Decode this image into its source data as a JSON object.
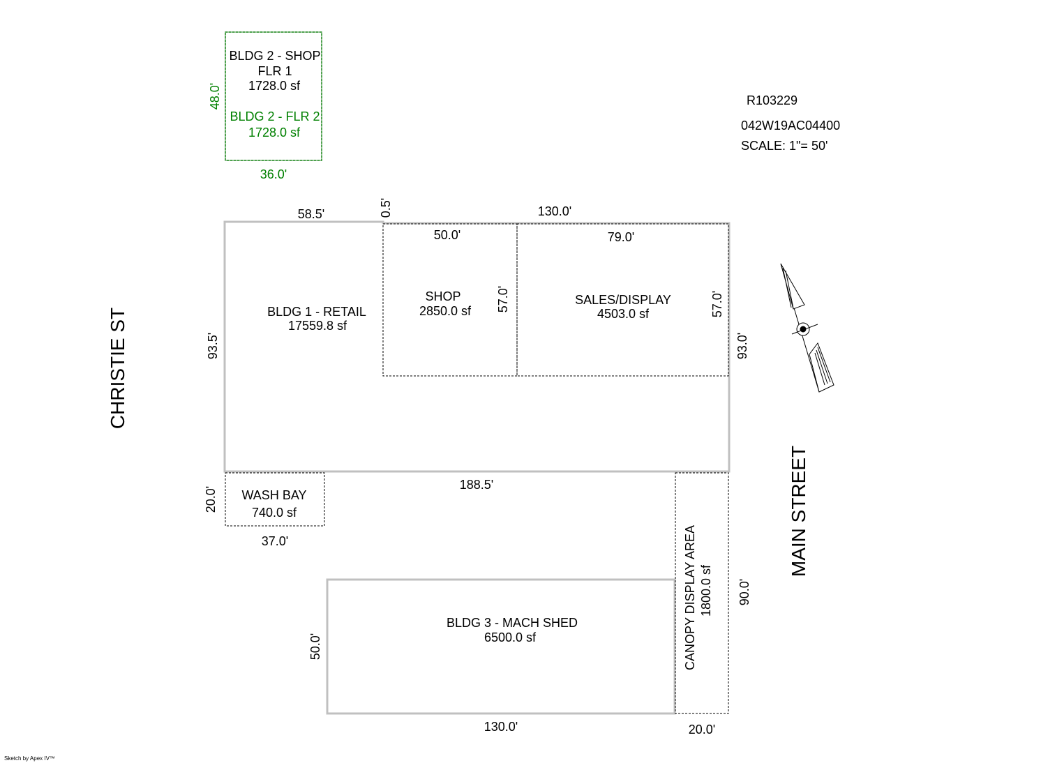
{
  "info": {
    "parcel_id": "R103229",
    "map_number": "042W19AC04400",
    "scale": "SCALE: 1\"= 50'"
  },
  "streets": {
    "west": "CHRISTIE ST",
    "east": "MAIN STREET"
  },
  "credit": "Sketch by Apex IV™",
  "colors": {
    "outline": "#c0c0c0",
    "dashed": "#000000",
    "bldg2": "#008000",
    "text": "#000000"
  },
  "areas": {
    "bldg2_flr1": {
      "line1": "BLDG 2 - SHOP",
      "line2": "FLR 1",
      "area": "1728.0 sf"
    },
    "bldg2_flr2": {
      "line1": "BLDG 2 - FLR 2",
      "area": "1728.0 sf"
    },
    "bldg1": {
      "name": "BLDG 1 - RETAIL",
      "area": "17559.8 sf"
    },
    "shop": {
      "name": "SHOP",
      "area": "2850.0 sf"
    },
    "sales": {
      "name": "SALES/DISPLAY",
      "area": "4503.0 sf"
    },
    "washbay": {
      "name": "WASH BAY",
      "area": "740.0 sf"
    },
    "bldg3": {
      "name": "BLDG 3 - MACH SHED",
      "area": "6500.0 sf"
    },
    "canopy": {
      "name": "CANOPY DISPLAY AREA",
      "area": "1800.0 sf"
    }
  },
  "dimensions": {
    "bldg2_height": "48.0'",
    "bldg2_width": "36.0'",
    "bldg1_top_left": "58.5'",
    "bldg1_jog": "0.5'",
    "bldg1_top_right": "130.0'",
    "bldg1_left": "93.5'",
    "bldg1_right": "93.0'",
    "bldg1_bottom": "188.5'",
    "shop_top": "50.0'",
    "shop_side": "57.0'",
    "sales_top": "79.0'",
    "sales_side": "57.0'",
    "washbay_height": "20.0'",
    "washbay_width": "37.0'",
    "bldg3_height": "50.0'",
    "bldg3_width": "130.0'",
    "canopy_height": "90.0'",
    "canopy_width": "20.0'"
  }
}
